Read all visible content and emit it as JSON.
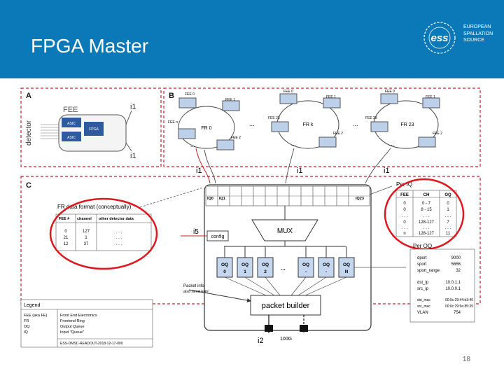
{
  "slide": {
    "title": "FPGA Master",
    "number": "18"
  },
  "logo": {
    "lines": [
      "EUROPEAN",
      "SPALLATION",
      "SOURCE"
    ],
    "mark": "ess"
  },
  "colors": {
    "header": "#0b79b8",
    "dashed": "#c8202a",
    "oq_box": "#c5d7ee",
    "fr_box": "#bdd0ea",
    "circle": "#e0161e"
  },
  "panel_a": {
    "label": "A",
    "fee": "FEE",
    "detector": "detector",
    "i1_top": "i1",
    "i1_bottom": "i1",
    "chips": [
      "ASIC",
      "FPGA",
      "ASIC"
    ]
  },
  "panel_b": {
    "label": "B",
    "ring0": {
      "name": "FR 0",
      "nodes": [
        "FEE 0",
        "FEE 1",
        "FEE n",
        "FEE 2"
      ]
    },
    "ringk": {
      "name": "FR k",
      "nodes": [
        "FEE 0",
        "FEE 1",
        "FEE 23",
        "FEE 2"
      ]
    },
    "ring23": {
      "name": "FR 23",
      "nodes": [
        "FEE 0",
        "FEE 1",
        "FEE 23",
        "FEE 2"
      ]
    },
    "dots": "...",
    "between": "..."
  },
  "links": {
    "i1a": "i1",
    "i1b": "i1",
    "i1c": "i1"
  },
  "panel_c": {
    "label": "C",
    "per_iq": "Per IQ",
    "iq_labels": [
      "IQ0",
      "IQ1",
      "IQ23"
    ],
    "config": "config",
    "i5": "i5",
    "mux": "MUX",
    "oq": [
      {
        "l1": "OQ",
        "l2": "0"
      },
      {
        "l1": "OQ",
        "l2": "1"
      },
      {
        "l1": "OQ",
        "l2": "2"
      },
      {
        "l1": "OQ",
        "l2": "-"
      },
      {
        "l1": "OQ",
        "l2": "-"
      },
      {
        "l1": "OQ",
        "l2": "N"
      }
    ],
    "oq_dots": "...",
    "packet_info": "Packet info",
    "packet_info2": "also need FR#",
    "packet_builder": "packet builder",
    "i2": "i2",
    "speed": "100G"
  },
  "fr_format": {
    "title": "FR data format (conceptually)",
    "headers": [
      "FEE #",
      "channel",
      "other detector data"
    ],
    "rows": [
      [
        "0",
        "127",
        ". . ."
      ],
      [
        "21",
        "1",
        ". . ."
      ],
      [
        "12",
        "37",
        ". . ."
      ]
    ]
  },
  "iq_table": {
    "headers": [
      "FEE",
      "CH",
      "OQ"
    ],
    "rows": [
      [
        "0",
        "0 - 7",
        "0"
      ],
      [
        "0",
        "8 - 15",
        "1"
      ],
      [
        ". . .",
        ". . .",
        ". . ."
      ],
      [
        "0",
        "128-127",
        "7"
      ],
      [
        ". . .",
        ". . .",
        ". . ."
      ],
      [
        "n",
        "128-127",
        "11"
      ]
    ]
  },
  "per_oq": {
    "title": "Per OQ",
    "items": [
      {
        "k": "dport",
        "v": "9000"
      },
      {
        "k": "sport",
        "v": "5656"
      },
      {
        "k": "sport_range",
        "v": "32"
      },
      {
        "k": "dst_ip",
        "v": "10.0.1.1"
      },
      {
        "k": "src_ip",
        "v": "10.0.0.1"
      },
      {
        "k": "dst_mac",
        "v": "00:0c:29:44:b3:40"
      },
      {
        "k": "src_mac",
        "v": "00:0c:29:5e:85:35"
      },
      {
        "k": "VLAN",
        "v": "754"
      }
    ]
  },
  "legend": {
    "title": "Legend",
    "rows": [
      {
        "k": "FEE (aka FE)",
        "v": "Front End Electronics"
      },
      {
        "k": "FR",
        "v": "Frontend Ring"
      },
      {
        "k": "OQ",
        "v": "Output Queue"
      },
      {
        "k": "IQ",
        "v": "Input \"Queue\""
      }
    ],
    "footer": "ESS-DMSC-READOUT-2018-12-17-000"
  }
}
